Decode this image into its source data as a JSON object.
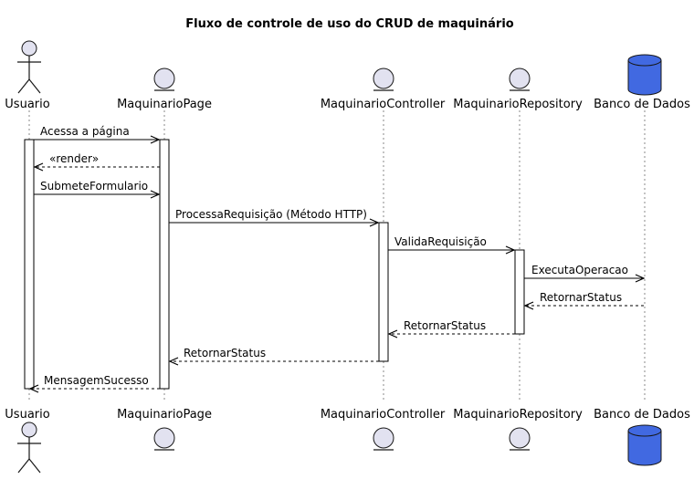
{
  "title": "Fluxo de controle de uso do CRUD de maquinário",
  "participants": [
    {
      "id": "usuario",
      "name": "Usuario",
      "kind": "actor"
    },
    {
      "id": "page",
      "name": "MaquinarioPage",
      "kind": "entity"
    },
    {
      "id": "controller",
      "name": "MaquinarioController",
      "kind": "entity"
    },
    {
      "id": "repository",
      "name": "MaquinarioRepository",
      "kind": "entity"
    },
    {
      "id": "db",
      "name": "Banco de Dados",
      "kind": "database"
    }
  ],
  "messages": [
    {
      "from": "usuario",
      "to": "page",
      "label": "Acessa a página",
      "style": "sync"
    },
    {
      "from": "page",
      "to": "usuario",
      "label": "«render»",
      "style": "return"
    },
    {
      "from": "usuario",
      "to": "page",
      "label": "SubmeteFormulario",
      "style": "sync"
    },
    {
      "from": "page",
      "to": "controller",
      "label": "ProcessaRequisição (Método HTTP)",
      "style": "sync"
    },
    {
      "from": "controller",
      "to": "repository",
      "label": "ValidaRequisição",
      "style": "sync"
    },
    {
      "from": "repository",
      "to": "db",
      "label": "ExecutaOperacao",
      "style": "sync"
    },
    {
      "from": "db",
      "to": "repository",
      "label": "RetornarStatus",
      "style": "return"
    },
    {
      "from": "repository",
      "to": "controller",
      "label": "RetornarStatus",
      "style": "return"
    },
    {
      "from": "controller",
      "to": "page",
      "label": "RetornarStatus",
      "style": "return"
    },
    {
      "from": "page",
      "to": "usuario",
      "label": "MensagemSucesso",
      "style": "return"
    }
  ],
  "colors": {
    "participant_fill": "#e2e2f0",
    "database_fill": "#4169e1",
    "line": "#000000"
  }
}
